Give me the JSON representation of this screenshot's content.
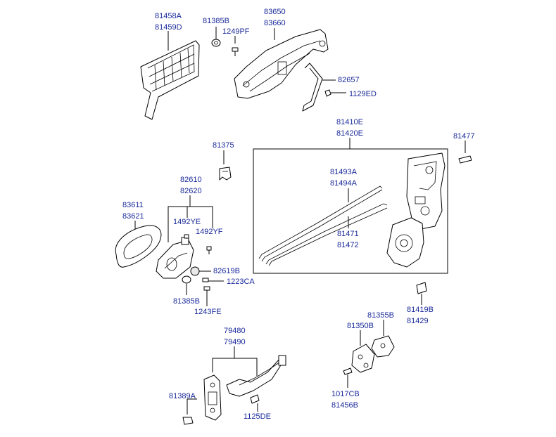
{
  "labels": {
    "p81458A": "81458A",
    "p81459D": "81459D",
    "p81385B_top": "81385B",
    "p1249PF": "1249PF",
    "p83650": "83650",
    "p83660": "83660",
    "p82657": "82657",
    "p1129ED": "1129ED",
    "p81410E": "81410E",
    "p81420E": "81420E",
    "p81477": "81477",
    "p81375": "81375",
    "p81493A": "81493A",
    "p81494A": "81494A",
    "p81471": "81471",
    "p81472": "81472",
    "p82610": "82610",
    "p82620": "82620",
    "p83611": "83611",
    "p83621": "83621",
    "p1492YE": "1492YE",
    "p1492YF": "1492YF",
    "p82619B": "82619B",
    "p1223CA": "1223CA",
    "p81385B_bottom": "81385B",
    "p1243FE": "1243FE",
    "p81419B": "81419B",
    "p81429": "81429",
    "p81355B": "81355B",
    "p81350B": "81350B",
    "p79480": "79480",
    "p79490": "79490",
    "p81389A": "81389A",
    "p1125DE": "1125DE",
    "p1017CB": "1017CB",
    "p81456B": "81456B"
  },
  "colors": {
    "label": "#1a2a9a",
    "line": "#000000",
    "background": "#ffffff"
  }
}
